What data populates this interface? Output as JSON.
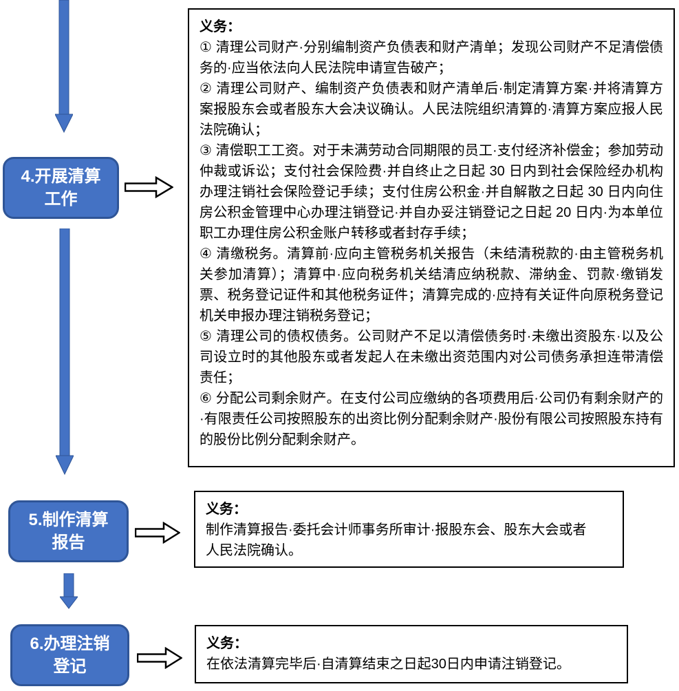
{
  "diagram": {
    "title_hint": "公司注销清算流程（第4-6步）",
    "colors": {
      "step_fill": "#4472C4",
      "step_border": "#2F5597",
      "step_text": "#FFFFFF",
      "arrow_fill": "#4472C4",
      "arrow_outline": "#2F5597",
      "hollow_arrow_fill": "#FFFFFF",
      "hollow_arrow_stroke": "#000000",
      "obligation_border": "#000000",
      "body_text": "#000000"
    },
    "steps": [
      {
        "id": "4",
        "label": "4.开展清算\n工作",
        "obligation": {
          "title": "义务：",
          "body": "① 清理公司财产·分别编制资产负债表和财产清单；发现公司财产不足清偿债务的·应当依法向人民法院申请宣告破产；\n② 清理公司财产、编制资产负债表和财产清单后·制定清算方案·并将清算方案报股东会或者股东大会决议确认。人民法院组织清算的·清算方案应报人民法院确认；\n③ 清偿职工工资。对于未满劳动合同期限的员工·支付经济补偿金；参加劳动仲裁或诉讼；支付社会保险费·并自终止之日起 30 日内到社会保险经办机构办理注销社会保险登记手续；支付住房公积金·并自解散之日起 30 日内向住房公积金管理中心办理注销登记·并自办妥注销登记之日起 20 日内·为本单位职工办理住房公积金账户转移或者封存手续；\n④ 清缴税务。清算前·应向主管税务机关报告（未结清税款的·由主管税务机关参加清算）；清算中·应向税务机关结清应纳税款、滞纳金、罚款·缴销发票、税务登记证件和其他税务证件；清算完成的·应持有关证件向原税务登记机关申报办理注销税务登记；\n⑤ 清理公司的债权债务。公司财产不足以清偿债务时·未缴出资股东·以及公司设立时的其他股东或者发起人在未缴出资范围内对公司债务承担连带清偿责任；\n⑥ 分配公司剩余财产。在支付公司应缴纳的各项费用后·公司仍有剩余财产的·有限责任公司按照股东的出资比例分配剩余财产·股份有限公司按照股东持有的股份比例分配剩余财产。"
        }
      },
      {
        "id": "5",
        "label": "5.制作清算\n报告",
        "obligation": {
          "title": "义务：",
          "body": "制作清算报告·委托会计师事务所审计·报股东会、股东大会或者\n人民法院确认。"
        }
      },
      {
        "id": "6",
        "label": "6.办理注销\n登记",
        "obligation": {
          "title": "义务：",
          "body": "在依法清算完毕后·自清算结束之日起30日内申请注销登记。"
        }
      }
    ]
  }
}
